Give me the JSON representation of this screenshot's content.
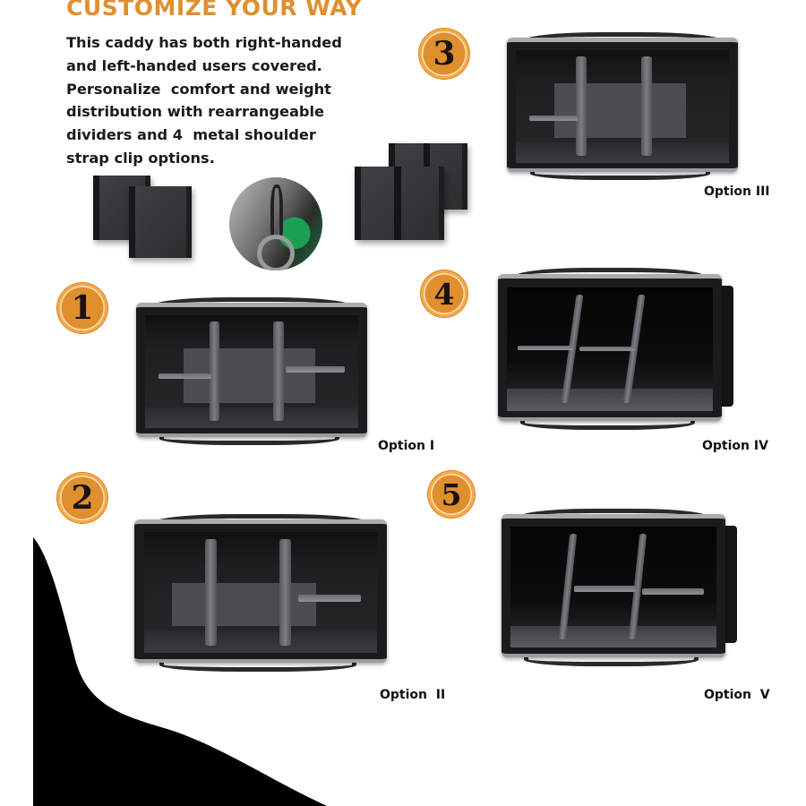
{
  "header": {
    "title": "CUSTOMIZE YOUR WAY",
    "intro_lines": [
      "This caddy has both right-handed",
      "and left-handed users covered.",
      "Personalize  comfort and weight",
      "distribution with rearrangeable",
      "dividers and 4  metal shoulder",
      "strap clip options."
    ]
  },
  "colors": {
    "accent": "#e08f2e",
    "badge_numeral": "#1a1212",
    "bag_shell": "#1b1b1d",
    "bag_trim": "#a9abb0",
    "background": "#ffffff",
    "swoosh": "#000000"
  },
  "accessories": [
    {
      "name": "divider-pads-pair-left",
      "icon": "padded-divider-icon"
    },
    {
      "name": "metal-strap-clip",
      "icon": "carabiner-clip-icon"
    },
    {
      "name": "divider-pads-pair-right",
      "icon": "padded-divider-icon"
    }
  ],
  "options": [
    {
      "number": "1",
      "caption": "Option I"
    },
    {
      "number": "2",
      "caption": "Option  II"
    },
    {
      "number": "3",
      "caption": "Option III"
    },
    {
      "number": "4",
      "caption": "Option IV"
    },
    {
      "number": "5",
      "caption": "Option  V"
    }
  ]
}
